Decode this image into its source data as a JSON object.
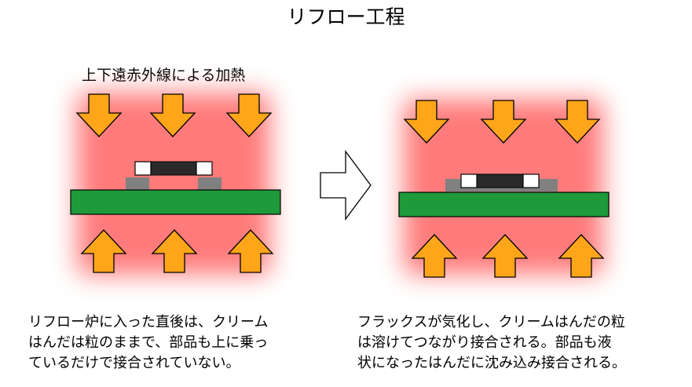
{
  "title": "リフロー工程",
  "heat_label": "上下遠赤外線による加熱",
  "colors": {
    "board": "#1e9a3a",
    "pad": "#808080",
    "component_body": "#2a2a2a",
    "terminal": "#ffffff",
    "arrow_fill": "#ffa51a",
    "heat_glow": "#ff6464"
  },
  "captions": {
    "before": [
      "リフロー炉に入った直後は、クリーム",
      "はんだは粒のままで、部品も上に乗っ",
      "ているだけで接合されていない。"
    ],
    "after": [
      "フラックスが気化し、クリームはんだの粒",
      "は溶けてつながり接合される。部品も液",
      "状になったはんだに沈み込み接合される。"
    ]
  }
}
